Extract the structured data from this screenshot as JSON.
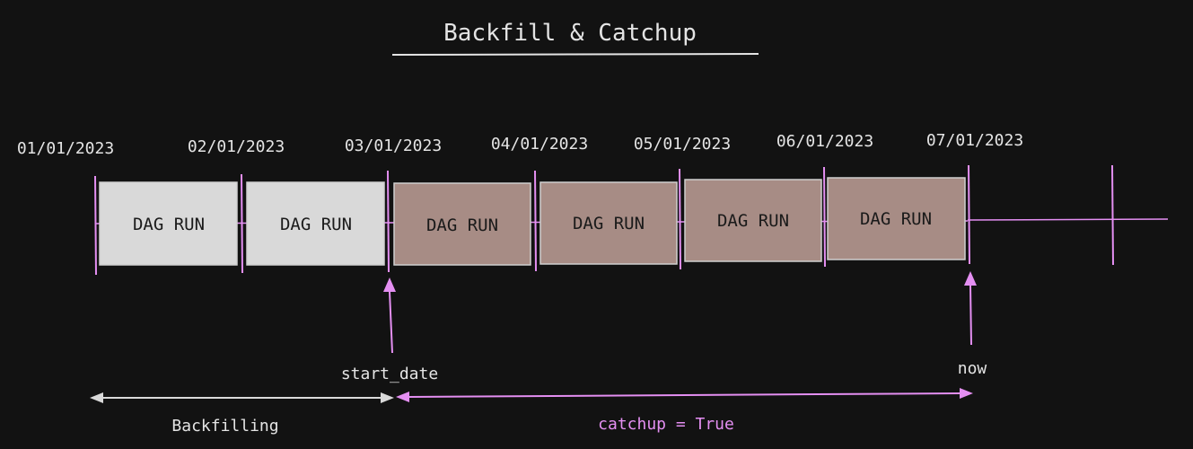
{
  "title": "Backfill & Catchup",
  "dates": [
    "01/01/2023",
    "02/01/2023",
    "03/01/2023",
    "04/01/2023",
    "05/01/2023",
    "06/01/2023",
    "07/01/2023"
  ],
  "dag_runs": [
    {
      "label": "DAG RUN",
      "state": "backfilled"
    },
    {
      "label": "DAG RUN",
      "state": "backfilled"
    },
    {
      "label": "DAG RUN",
      "state": "caught-up"
    },
    {
      "label": "DAG RUN",
      "state": "caught-up"
    },
    {
      "label": "DAG RUN",
      "state": "caught-up"
    },
    {
      "label": "DAG RUN",
      "state": "caught-up"
    }
  ],
  "markers": {
    "start_date": "start_date",
    "now": "now"
  },
  "ranges": {
    "backfilling": "Backfilling",
    "catchup": "catchup = True"
  },
  "colors": {
    "background": "#121212",
    "text": "#e4e4e4",
    "accent": "#e48ff2",
    "backfilled_fill": "#d9d9d9",
    "caught_up_fill": "#a78c85",
    "box_stroke": "#cfcfcf"
  }
}
